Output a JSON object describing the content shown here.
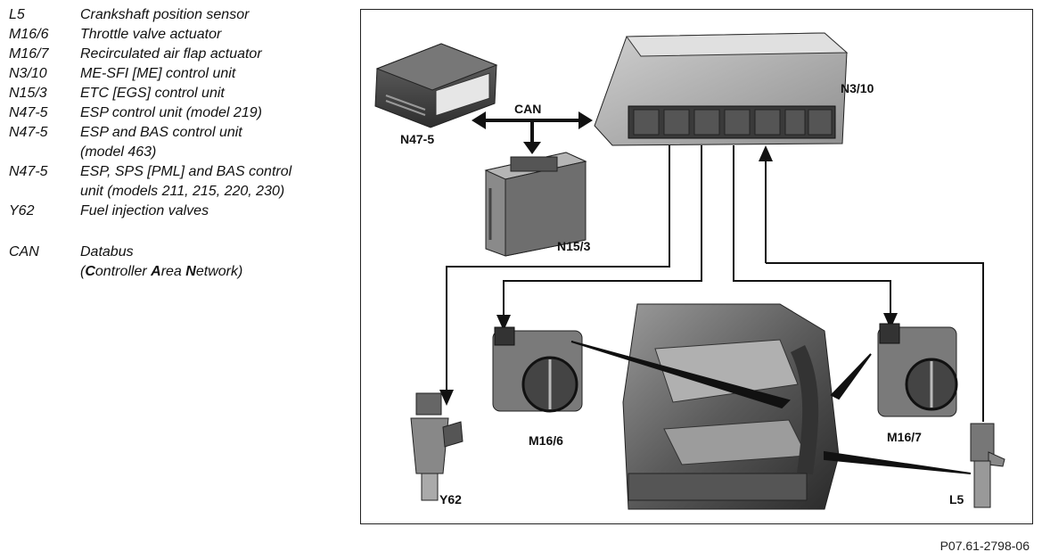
{
  "legend": {
    "items": [
      {
        "code": "L5",
        "desc": "Crankshaft position sensor"
      },
      {
        "code": "M16/6",
        "desc": "Throttle valve actuator"
      },
      {
        "code": "M16/7",
        "desc": "Recirculated air flap actuator"
      },
      {
        "code": "N3/10",
        "desc": "ME-SFI [ME] control unit"
      },
      {
        "code": "N15/3",
        "desc": "ETC [EGS] control unit"
      },
      {
        "code": "N47-5",
        "desc": "ESP control unit (model 219)"
      },
      {
        "code": "N47-5",
        "desc": "ESP and BAS control unit",
        "desc2": "(model 463)"
      },
      {
        "code": "N47-5",
        "desc": "ESP, SPS [PML] and BAS control",
        "desc2": "unit (models 211, 215, 220, 230)"
      },
      {
        "code": "Y62",
        "desc": "Fuel injection valves"
      }
    ],
    "can": {
      "code": "CAN",
      "desc": "Databus",
      "expansion": {
        "c_letter": "C",
        "c_rest": "ontroller ",
        "a_letter": "A",
        "a_rest": "rea ",
        "n_letter": "N",
        "n_rest": "etwork)"
      }
    }
  },
  "diagram": {
    "labels": {
      "n47": "N47-5",
      "can": "CAN",
      "n3": "N3/10",
      "n15": "N15/3",
      "m166": "M16/6",
      "m167": "M16/7",
      "y62": "Y62",
      "l5": "L5"
    }
  },
  "figure_id": "P07.61-2798-06"
}
